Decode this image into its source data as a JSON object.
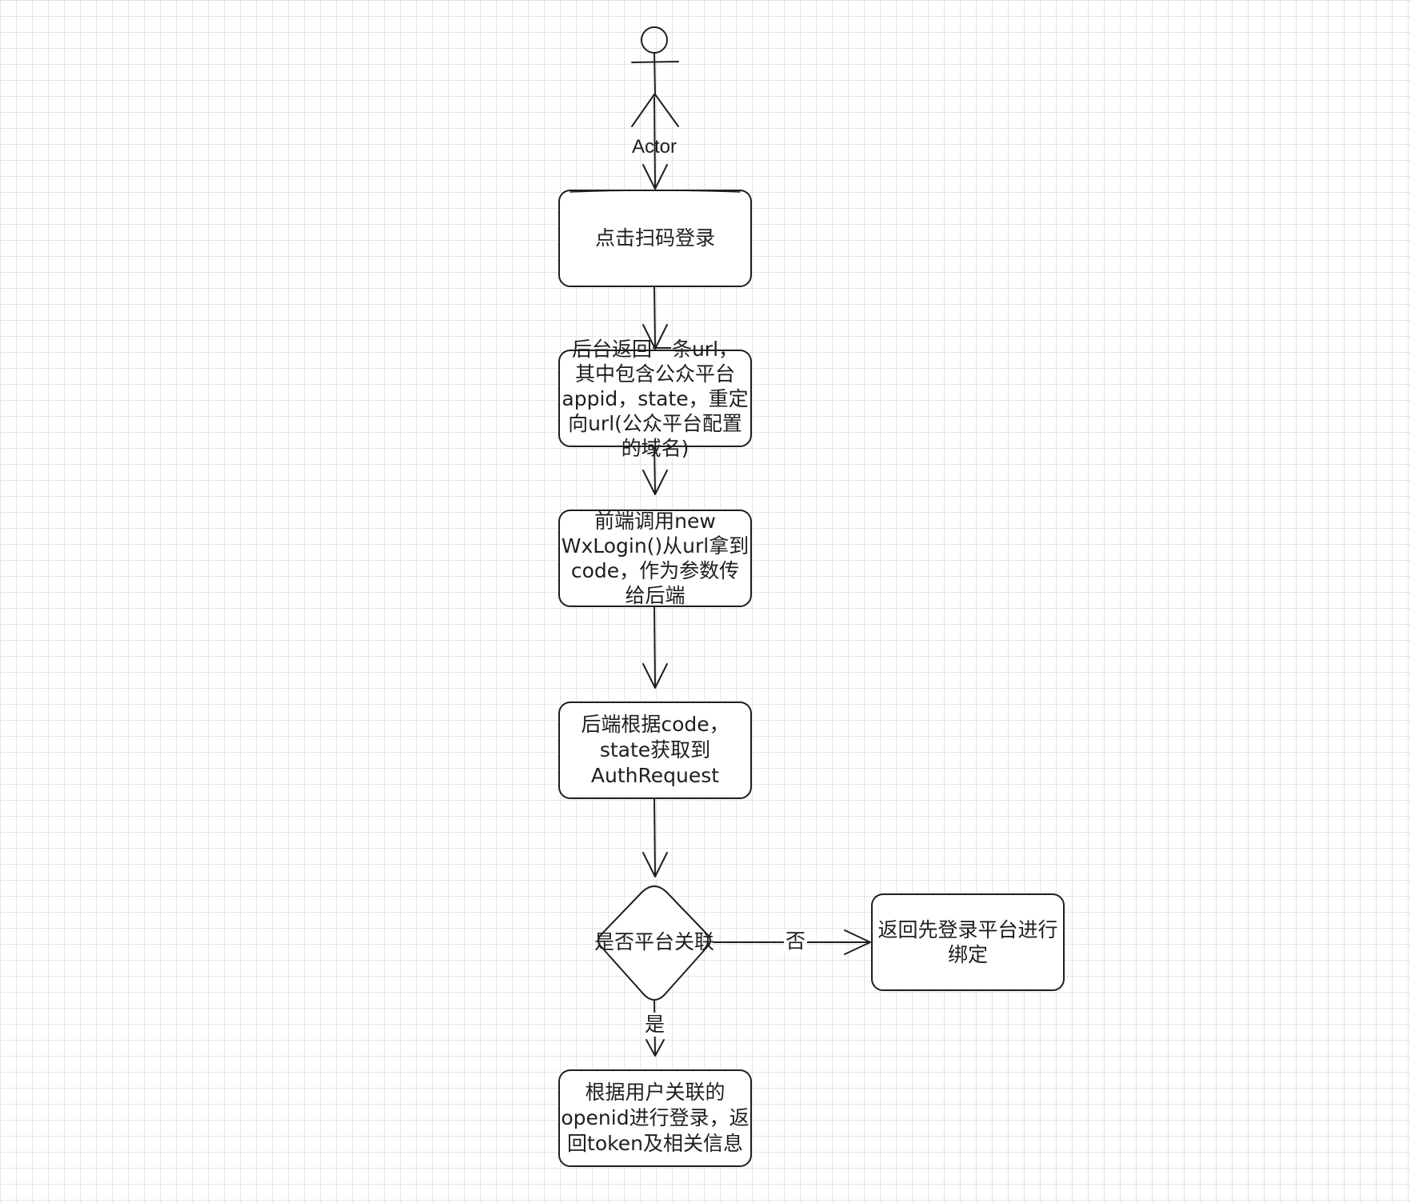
{
  "actor": {
    "label": "Actor"
  },
  "nodes": {
    "click_scan": {
      "text": "点击扫码登录"
    },
    "backend_url": {
      "text": "后台返回一条url，\n其中包含公众平台\nappid，state，重定\n向url(公众平台配置\n的域名)"
    },
    "frontend_call": {
      "text": "前端调用new\nWxLogin()从url拿到\ncode，作为参数传\n给后端"
    },
    "backend_auth": {
      "text": "后端根据code，\nstate获取到\nAuthRequest"
    },
    "decision": {
      "text": "是否平台关联"
    },
    "bind_first": {
      "text": "返回先登录平台进行\n绑定"
    },
    "login_return": {
      "text": "根据用户关联的\nopenid进行登录，返\n回token及相关信息"
    }
  },
  "edges": {
    "no_label": "否",
    "yes_label": "是"
  },
  "colors": {
    "stroke": "#1e1e1e",
    "grid": "#e4e4e4",
    "background": "#ffffff"
  }
}
